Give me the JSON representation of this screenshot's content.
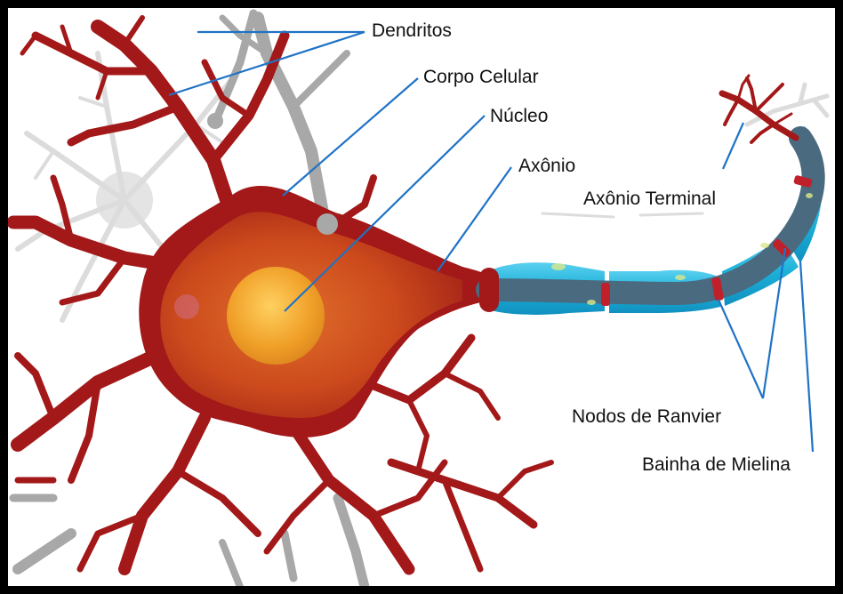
{
  "labels": {
    "dendritos": "Dendritos",
    "corpo_celular": "Corpo Celular",
    "nucleo": "Núcleo",
    "axonio": "Axônio",
    "axonio_terminal": "Axônio Terminal",
    "nodos_ranvier": "Nodos de Ranvier",
    "bainha_mielina": "Bainha de Mielina"
  },
  "colors": {
    "neuron_red": "#a31818",
    "soma_orange": "#d4541c",
    "nucleus": "#f2a72c",
    "axon_core": "#4a6a80",
    "myelin": "#1cb0d8",
    "leader_line": "#1f73c6",
    "background_cell": "#c8c8c8"
  }
}
